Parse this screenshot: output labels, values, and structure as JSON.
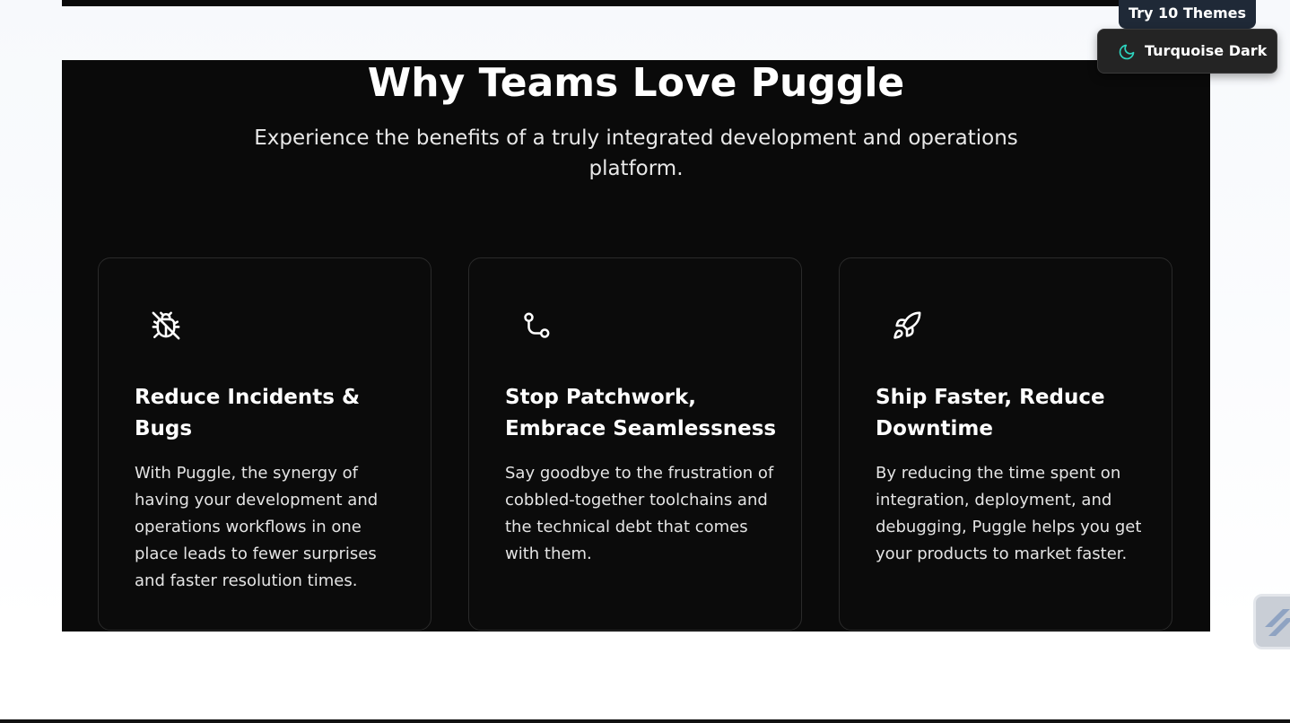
{
  "section": {
    "title": "Why Teams Love Puggle",
    "subtitle": "Experience the benefits of a truly integrated development and operations platform."
  },
  "cards": [
    {
      "icon": "bug-off-icon",
      "title": "Reduce Incidents & Bugs",
      "text": "With Puggle, the synergy of having your development and operations workflows in one place leads to fewer surprises and faster resolution times."
    },
    {
      "icon": "route-icon",
      "title": "Stop Patchwork, Embrace Seamlessness",
      "text": "Say goodbye to the frustration of cobbled-together toolchains and the technical debt that comes with them."
    },
    {
      "icon": "rocket-icon",
      "title": "Ship Faster, Reduce Downtime",
      "text": "By reducing the time spent on integration, deployment, and debugging, Puggle helps you get your products to market faster."
    }
  ],
  "theme_switcher": {
    "chip_label": "Try 10 Themes",
    "current_theme": "Turquoise Dark",
    "icon": "moon-icon",
    "accent_color": "#2dd4bf"
  },
  "side_widget": {
    "icon": "stack-icon"
  }
}
